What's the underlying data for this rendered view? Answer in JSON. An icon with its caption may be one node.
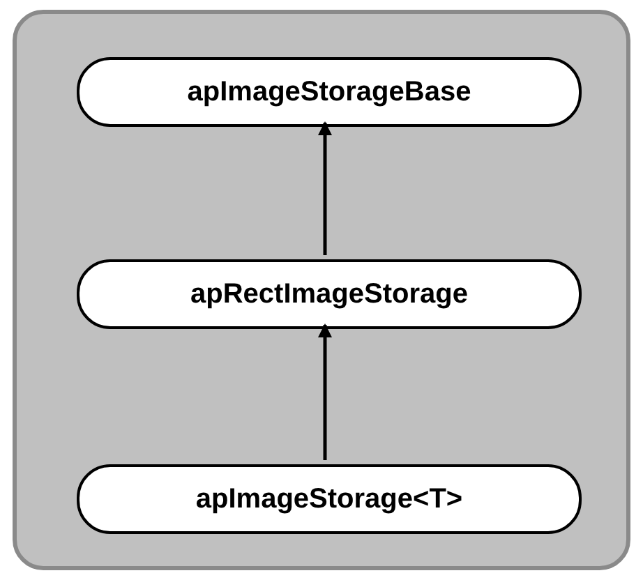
{
  "diagram": {
    "nodes": [
      {
        "text": [],
        "shape": "box"
      },
      {
        "text": [
          "apImageStorageBase"
        ],
        "in": 0
      },
      {
        "text": [
          "apRectImageStorage"
        ],
        "in": 0
      },
      {
        "text": [
          "**apImageStorage**<T>"
        ],
        "in": 0
      }
    ],
    "edges": [
      {
        "from": 2,
        "to": 1,
        "arrow": "to"
      },
      {
        "from": 3,
        "to": 2,
        "arrow": "to"
      }
    ]
  }
}
